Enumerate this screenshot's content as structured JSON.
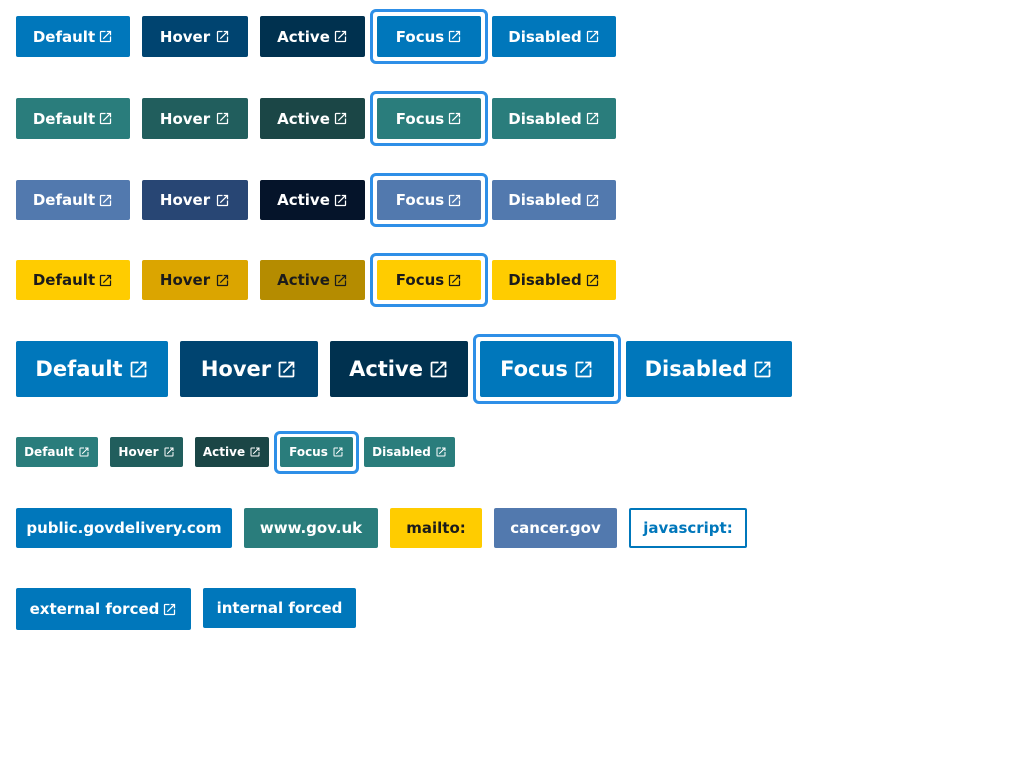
{
  "rows": [
    {
      "variant": "blue",
      "buttons": [
        {
          "label": "Default",
          "state": "default",
          "color": "#0077bb"
        },
        {
          "label": "Hover",
          "state": "hover",
          "color": "#004470"
        },
        {
          "label": "Active",
          "state": "active",
          "color": "#00314f"
        },
        {
          "label": "Focus",
          "state": "focus",
          "color": "#0077bb"
        },
        {
          "label": "Disabled",
          "state": "disabled",
          "color": "#0077bb"
        }
      ]
    },
    {
      "variant": "teal",
      "buttons": [
        {
          "label": "Default",
          "state": "default",
          "color": "#2a7d7c"
        },
        {
          "label": "Hover",
          "state": "hover",
          "color": "#215e5d"
        },
        {
          "label": "Active",
          "state": "active",
          "color": "#1b4646"
        },
        {
          "label": "Focus",
          "state": "focus",
          "color": "#2a7d7c"
        },
        {
          "label": "Disabled",
          "state": "disabled",
          "color": "#2a7d7c"
        }
      ]
    },
    {
      "variant": "slate",
      "buttons": [
        {
          "label": "Default",
          "state": "default",
          "color": "#5279ae"
        },
        {
          "label": "Hover",
          "state": "hover",
          "color": "#284674"
        },
        {
          "label": "Active",
          "state": "active",
          "color": "#05142a"
        },
        {
          "label": "Focus",
          "state": "focus",
          "color": "#5279ae"
        },
        {
          "label": "Disabled",
          "state": "disabled",
          "color": "#5279ae"
        }
      ]
    },
    {
      "variant": "yellow",
      "buttons": [
        {
          "label": "Default",
          "state": "default",
          "color": "#ffcc00"
        },
        {
          "label": "Hover",
          "state": "hover",
          "color": "#dba500"
        },
        {
          "label": "Active",
          "state": "active",
          "color": "#b58c00"
        },
        {
          "label": "Focus",
          "state": "focus",
          "color": "#ffcc00"
        },
        {
          "label": "Disabled",
          "state": "disabled",
          "color": "#ffcc00"
        }
      ]
    },
    {
      "variant": "large-blue",
      "buttons": [
        {
          "label": "Default",
          "state": "default",
          "color": "#0077bb"
        },
        {
          "label": "Hover",
          "state": "hover",
          "color": "#004470"
        },
        {
          "label": "Active",
          "state": "active",
          "color": "#00314f"
        },
        {
          "label": "Focus",
          "state": "focus",
          "color": "#0077bb"
        },
        {
          "label": "Disabled",
          "state": "disabled",
          "color": "#0077bb"
        }
      ]
    },
    {
      "variant": "small-teal",
      "buttons": [
        {
          "label": "Default",
          "state": "default",
          "color": "#2a7d7c"
        },
        {
          "label": "Hover",
          "state": "hover",
          "color": "#215e5d"
        },
        {
          "label": "Active",
          "state": "active",
          "color": "#1b4646"
        },
        {
          "label": "Focus",
          "state": "focus",
          "color": "#2a7d7c"
        },
        {
          "label": "Disabled",
          "state": "disabled",
          "color": "#2a7d7c"
        }
      ]
    }
  ],
  "links": [
    {
      "label": "public.govdelivery.com",
      "color": "#0077bb"
    },
    {
      "label": "www.gov.uk",
      "color": "#2a7d7c"
    },
    {
      "label": "mailto:",
      "color": "#ffcc00"
    },
    {
      "label": "cancer.gov",
      "color": "#5279ae"
    },
    {
      "label": "javascript:",
      "color": "#0077bb"
    }
  ],
  "forced": [
    {
      "label": "external forced",
      "color": "#0077bb"
    },
    {
      "label": "internal forced",
      "color": "#0077bb"
    }
  ],
  "icons": {
    "external": "external-link-icon"
  },
  "colors": {
    "focus_ring": "#2e8fe7",
    "dark_text": "#1b1b1b",
    "white_text": "#ffffff"
  }
}
